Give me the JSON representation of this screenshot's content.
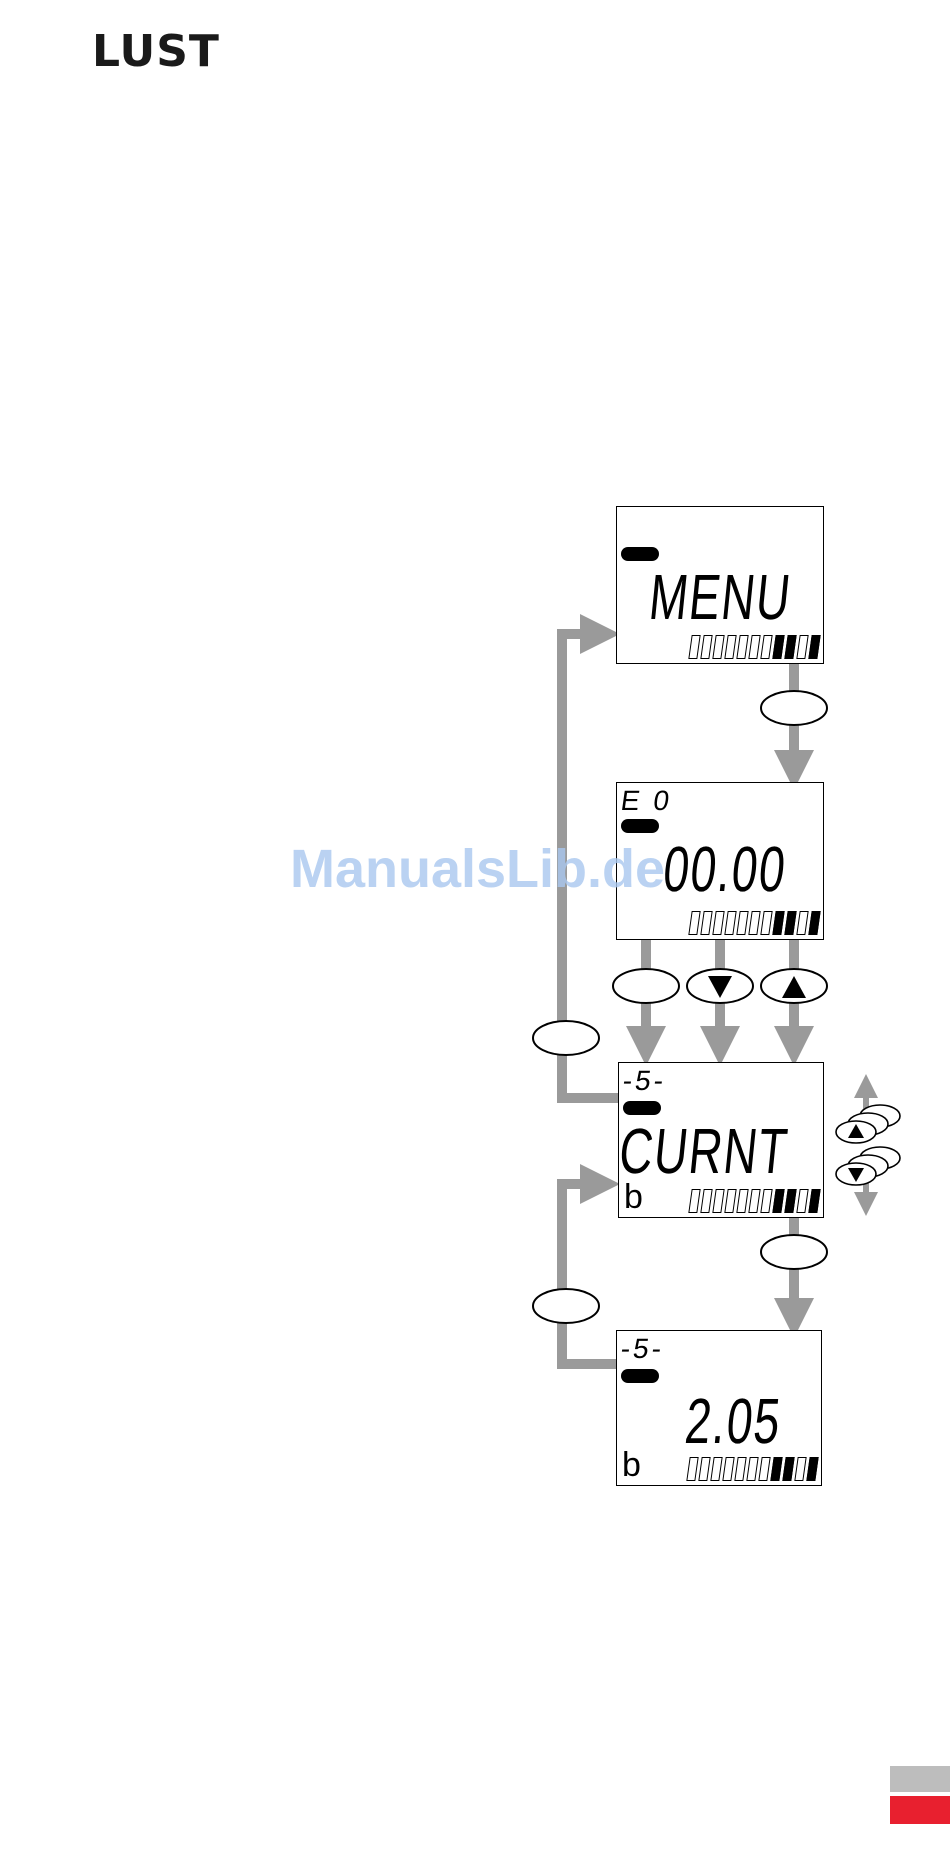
{
  "brand": {
    "logo_text": "LUST"
  },
  "watermark": "ManualsLib.de",
  "displays": [
    {
      "id": "menu",
      "top_text": "",
      "main_text": "MENU",
      "bar_prefix": ""
    },
    {
      "id": "code",
      "top_text": "E 0",
      "main_text": "00.00",
      "bar_prefix": ""
    },
    {
      "id": "param",
      "top_text": "-5-",
      "main_text": "CURNT",
      "bar_prefix": "b"
    },
    {
      "id": "value",
      "top_text": "-5-",
      "main_text": "2.05",
      "bar_prefix": "b"
    }
  ],
  "bar_segments": [
    false,
    false,
    false,
    false,
    false,
    false,
    false,
    true,
    true,
    false,
    true
  ],
  "buttons": {
    "down_symbol": "▼",
    "up_symbol": "▲"
  },
  "colors": {
    "arrow_grey": "#9a9a9a",
    "lcd_ink": "#000000",
    "tab_grey": "#bdbdbd",
    "tab_red": "#e8202f"
  }
}
